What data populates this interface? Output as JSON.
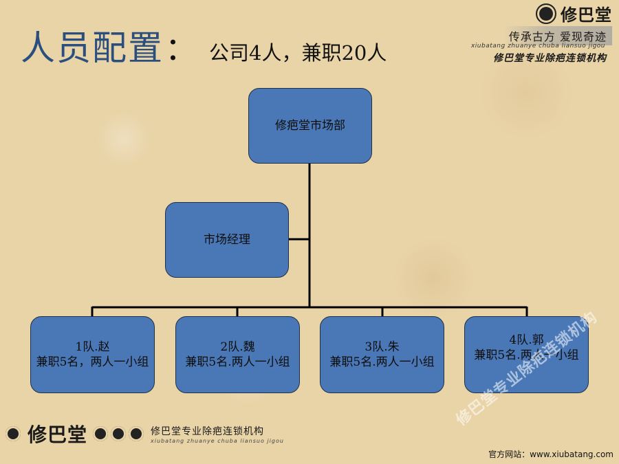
{
  "title": {
    "main": "人员配置",
    "colon": "：",
    "subtitle": "公司4人，兼职20人"
  },
  "brand": {
    "logo_text": "修巴堂",
    "slogan": "传承古方  爱现奇迹",
    "pinyin": "xiubatang zhuanye chuba liansuo jigou",
    "full_name": "修巴堂专业除疤连锁机构"
  },
  "diagram": {
    "root": {
      "label": "修疤堂市场部"
    },
    "manager": {
      "label": "市场经理"
    },
    "teams": [
      {
        "line1": "1队.赵",
        "line2": "兼职5名，两人一小组"
      },
      {
        "line1": "2队.魏",
        "line2": "兼职5名.两人一小组"
      },
      {
        "line1": "3队.朱",
        "line2": "兼职5名.两人一小组"
      },
      {
        "line1": "4队.郭",
        "line2": "兼职5名.两人一小组"
      }
    ]
  },
  "footer": {
    "logo_text": "修巴堂",
    "org_name": "修巴堂专业除疤连锁机构",
    "pinyin": "xiubatang zhuanye chuba liansuo jigou",
    "watermark": "修巴堂专业除疤连锁机构",
    "website": "官方网站：www.xiubatang.com"
  },
  "colors": {
    "box_fill": "#4a78b6",
    "title_blue": "#2a4f7f",
    "background": "#e9d4a8"
  }
}
